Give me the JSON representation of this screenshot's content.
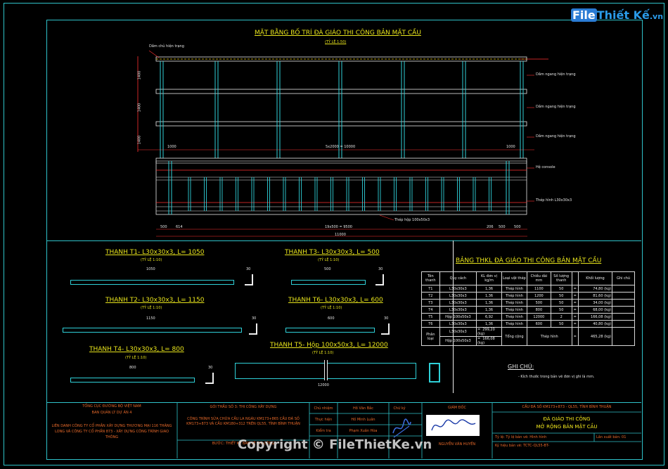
{
  "plan": {
    "title": "MẶT BẰNG BỐ TRÍ ĐÀ GIÁO THI CÔNG BẢN MẶT CẦU",
    "scale": "(TỶ LỆ 1:50)",
    "labels": {
      "dam_chu": "Dầm chủ hiện trạng",
      "dam_ngang_1": "Dầm ngang hiện trạng",
      "dam_ngang_2": "Dầm ngang hiện trạng",
      "dam_ngang_3": "Dầm ngang hiện trạng",
      "he_console": "Hệ console",
      "thep_hinh_l": "Thép hình L30x30x3",
      "thep_hop": "Thép hộp 100x50x3"
    },
    "dims": {
      "v1": "1400",
      "v2": "1400",
      "v3": "1400",
      "top_left": "1000",
      "top_mid": "5x2000 = 10000",
      "top_right": "1000",
      "b1": "500",
      "b2": "614",
      "b_mid": "19x500 = 9500",
      "b3": "206",
      "b4": "500",
      "b5": "500",
      "overall": "11000"
    }
  },
  "bars": [
    {
      "title": "THANH T1- L30x30x3, L= 1050",
      "scale": "(TỶ LỆ 1:10)",
      "len": "1050",
      "sec": "30"
    },
    {
      "title": "THANH T3- L30x30x3, L= 500",
      "scale": "(TỶ LỆ 1:10)",
      "len": "500",
      "sec": "30"
    },
    {
      "title": "THANH T2- L30x30x3, L= 1150",
      "scale": "(TỶ LỆ 1:10)",
      "len": "1150",
      "sec": "30"
    },
    {
      "title": "THANH T6- L30x30x3, L= 600",
      "scale": "(TỶ LỆ 1:10)",
      "len": "600",
      "sec": "30"
    },
    {
      "title": "THANH T4- L30x30x3, L= 800",
      "scale": "(TỶ LỆ 1:10)",
      "len": "800",
      "sec": "30"
    },
    {
      "title": "THANH T5- Hộp 100x50x3, L= 12000",
      "scale": "(TỶ LỆ 1:10)",
      "len": "12000",
      "sec": ""
    }
  ],
  "table": {
    "title": "BẢNG THKL ĐÀ GIÁO THI CÔNG BẢN MẶT CẦU",
    "headers": [
      "Tên thanh",
      "Quy cách",
      "KL đơn vị kg/m",
      "Loại vật thép",
      "Chiều dài mm",
      "Số lượng thanh",
      "",
      "Khối lượng",
      "Ghi chú"
    ],
    "rows": [
      [
        "T1",
        "L30x30x3",
        "1,36",
        "Thép hình",
        "1100",
        "50",
        "=",
        "74,80 (kg)"
      ],
      [
        "T2",
        "L30x30x3",
        "1,36",
        "Thép hình",
        "1200",
        "50",
        "=",
        "81,60 (kg)"
      ],
      [
        "T3",
        "L30x30x3",
        "1,36",
        "Thép hình",
        "500",
        "50",
        "=",
        "34,00 (kg)"
      ],
      [
        "T4",
        "L30x30x3",
        "1,36",
        "Thép hình",
        "800",
        "50",
        "=",
        "68,00 (kg)"
      ],
      [
        "T5",
        "Hộp 100x50x3",
        "6,92",
        "Thép hình",
        "12000",
        "2",
        "=",
        "166,08 (kg)"
      ],
      [
        "T6",
        "L30x30x3",
        "1,36",
        "Thép hình",
        "600",
        "50",
        "=",
        "40,80 (kg)"
      ]
    ],
    "phan_loai": "Phân loại",
    "pl_rows": [
      [
        "L30x30x3",
        "=",
        "299,20 (kg)"
      ],
      [
        "Hộp 100x50x3",
        "=",
        "166,08 (kg)"
      ]
    ],
    "tong_cong": "Tổng cộng",
    "tong_loai": "Thép hình",
    "tong_eq": "=",
    "tong_value": "465,28 (kg)"
  },
  "notes": {
    "title": "GHI CHÚ:",
    "line": "- Kích thước trong bản vẽ đơn vị ghi là mm."
  },
  "titleblock": {
    "c1a": "TỔNG CỤC ĐƯỜNG BỘ VIỆT NAM",
    "c1b": "BAN QUẢN LÝ DỰ ÁN 4",
    "c1c": "LIÊN DANH CÔNG TY CỔ PHẦN XÂY DỰNG THƯƠNG MẠI 116 THĂNG LONG VÀ CÔNG TY CỔ PHẦN 873 - XÂY DỰNG CÔNG TRÌNH GIAO THÔNG",
    "c2a": "GÓI THẦU SỐ 3: THI CÔNG XÂY DỰNG",
    "c2b": "CÔNG TRÌNH SỬA CHỮA CẦU LA NGÀU KM173+865 CẦU ĐÁ SỐ KM173+873 VÀ CẦU KM180+312 TRÊN QL55, TỈNH BÌNH THUẬN",
    "c2c": "BƯỚC: THIẾT KẾ BẢN VẼ THI CÔNG",
    "r1a": "Chủ nhiệm",
    "r1b": "Hồ Văn Bắc",
    "r1c": "Chữ ký",
    "r2a": "Thực hiện",
    "r2b": "Hồ Minh Luân",
    "r3a": "Kiểm tra",
    "r3b": "Phạm Xuân Hòa",
    "giamdoc": "GIÁM ĐỐC",
    "giamdoc_name": "NGUYỄN VĂN HUYỀN",
    "proj": "CẦU ĐÁ SỐ KM173+873 - QL55, TỈNH BÌNH THUẬN",
    "sheet1": "ĐÀ GIÁO THI CÔNG",
    "sheet2": "MỞ RỘNG BẢN MẶT CẦU",
    "f1": "Tỷ lệ: Tỷ lệ bản vẽ: Hình hình",
    "f2": "Ký hiệu bản vẽ: TCTC-QL55-BT-",
    "f3": "Lần xuất bản: 01"
  },
  "watermark": {
    "logo1": "File",
    "logo2": "Thiết Kế",
    "logo3": ".vn",
    "copyright": "Copyright © FileThietKe.vn"
  }
}
